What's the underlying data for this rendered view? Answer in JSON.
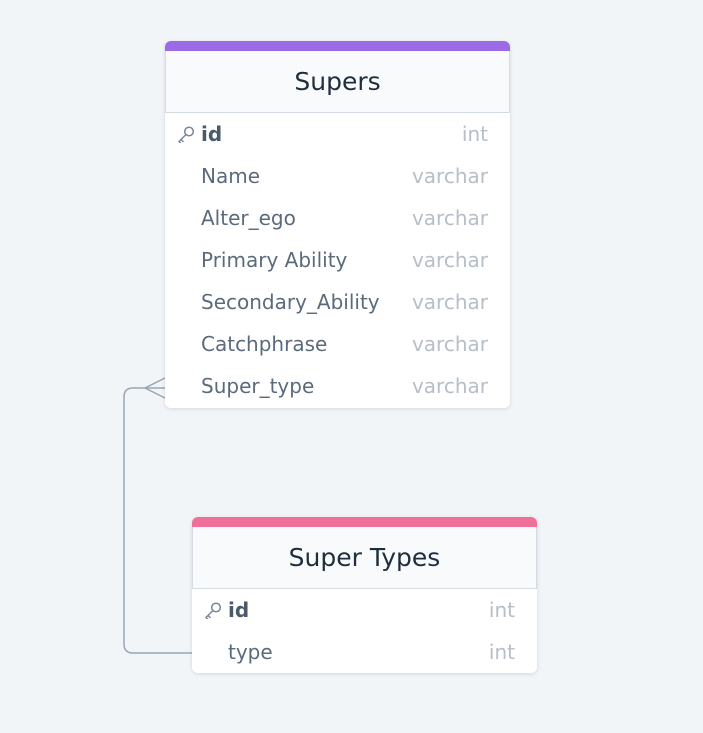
{
  "tables": {
    "supers": {
      "title": "Supers",
      "color": "#9b6ae6",
      "fields": [
        {
          "name": "id",
          "type": "int",
          "primary_key": true
        },
        {
          "name": "Name",
          "type": "varchar"
        },
        {
          "name": "Alter_ego",
          "type": "varchar"
        },
        {
          "name": "Primary Ability",
          "type": "varchar"
        },
        {
          "name": "Secondary_Ability",
          "type": "varchar"
        },
        {
          "name": "Catchphrase",
          "type": "varchar"
        },
        {
          "name": "Super_type",
          "type": "varchar"
        }
      ]
    },
    "super_types": {
      "title": "Super Types",
      "color": "#f0709a",
      "fields": [
        {
          "name": "id",
          "type": "int",
          "primary_key": true
        },
        {
          "name": "type",
          "type": "int"
        }
      ]
    }
  },
  "relationship": {
    "from": "Supers.Super_type",
    "to": "Super Types.type",
    "cardinality": "many-to-one",
    "line_color": "#9aa7b4"
  },
  "icons": {
    "primary_key": "key-icon"
  }
}
